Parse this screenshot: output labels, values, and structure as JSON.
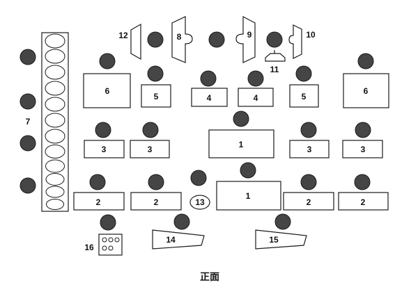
{
  "diagram": {
    "front_label": "正面",
    "wall_rack": {
      "label": "7"
    },
    "top_fixtures": {
      "item_12": "12",
      "item_8": "8",
      "item_9": "9",
      "item_10": "10",
      "item_11": "11"
    },
    "row1_desks": [
      {
        "label": "6"
      },
      {
        "label": "5"
      },
      {
        "label": "4"
      },
      {
        "label": "4"
      },
      {
        "label": "5"
      },
      {
        "label": "6"
      }
    ],
    "row2_desks": [
      {
        "label": "3"
      },
      {
        "label": "3"
      },
      {
        "label": "1"
      },
      {
        "label": "3"
      },
      {
        "label": "3"
      }
    ],
    "row3_desks": [
      {
        "label": "2"
      },
      {
        "label": "2"
      },
      {
        "label": "13"
      },
      {
        "label": "1"
      },
      {
        "label": "2"
      },
      {
        "label": "2"
      }
    ],
    "bottom_items": [
      {
        "label": "16"
      },
      {
        "label": "14"
      },
      {
        "label": "15"
      }
    ]
  },
  "colors": {
    "seat_fill": "#454545",
    "stroke": "#1a1a1a",
    "background": "#ffffff",
    "text": "#111111"
  }
}
